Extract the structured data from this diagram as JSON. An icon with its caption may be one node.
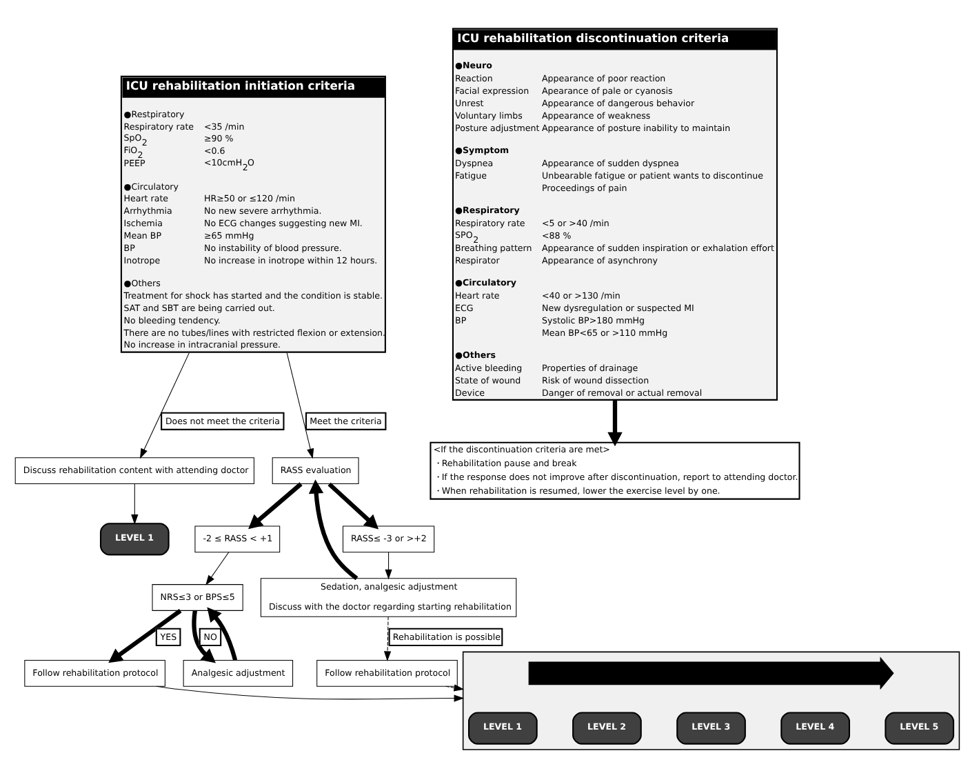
{
  "diagram": {
    "nodes": [
      {
        "text": [
          "ICU rehabilitation initiation criteria",
          "●Restpiratory",
          "Respiratory rate",
          "<35 /min",
          "SpO$_{2}$",
          "≥90 %",
          "FiO$_{2}$",
          "<0.6",
          "PEEP",
          "<10cmH$_{2}$O",
          "●Circulatory",
          "Heart rate",
          "HR≥50 or ≤120 /min",
          "Arrhythmia",
          "No new severe arrhythmia.",
          "Ischemia",
          "No ECG changes suggesting new MI.",
          "Mean BP",
          "≥65 mmHg",
          "BP",
          "No instability of blood pressure.",
          "Inotrope",
          "No increase in inotrope within 12 hours.",
          "●Others",
          "Treatment for shock has started and the condition is stable.",
          "SAT and SBT are being carried out.",
          "No bleeding tendency.",
          "There are no tubes/lines with restricted flexion or extension.",
          "No increase in intracranial pressure."
        ]
      },
      {
        "text": [
          "Discuss rehabilitation content with attending doctor"
        ]
      },
      {
        "text": [
          "LEVEL 1"
        ]
      },
      {
        "text": [
          "RASS evaluation"
        ]
      },
      {
        "text": [
          "RASS≤ -3 or >+2"
        ]
      },
      {
        "text": [
          "-2 ≤ RASS < +1"
        ]
      },
      {
        "text": [
          "Sedation, analgesic adjustment",
          "Discuss with the doctor regarding starting rehabilitation"
        ]
      },
      {
        "text": [
          "NRS≤3 or BPS≤5"
        ]
      },
      {
        "text": [
          "Follow rehabilitation protocol"
        ]
      },
      {
        "text": [
          "Follow rehabilitation protocol"
        ]
      },
      {
        "text": [
          "Analgesic adjustment"
        ]
      },
      {
        "text": [],
        "shape": "box"
      },
      {
        "text": [],
        "shape": "arrow",
        "in": 11
      },
      {
        "text": [
          "LEVEL 1"
        ],
        "in": 11
      },
      {
        "text": [
          "LEVEL 2"
        ],
        "in": 11
      },
      {
        "text": [
          "LEVEL 3"
        ],
        "in": 11
      },
      {
        "text": [
          "LEVEL 4"
        ],
        "in": 11
      },
      {
        "text": [
          "LEVEL 5"
        ],
        "in": 11
      },
      {
        "text": [
          "ICU rehabilitation discontinuation criteria",
          "●Neuro",
          "Reaction",
          "Appearance of poor reaction",
          "Facial expression",
          "Apearance of pale or cyanosis",
          "Unrest",
          "Appearance of dangerous behavior",
          "Voluntary limbs",
          "Appearance of weakness",
          "Posture adjustment",
          "Appearance of posture inability to maintain",
          "●Symptom",
          "Dyspnea",
          "Appearance of sudden dyspnea",
          "Fatigue",
          "Unbearable fatigue or patient wants to discontinue",
          "Proceedings of pain",
          "●Respiratory",
          "Respiratory rate",
          "<5 or >40 /min",
          "SPO$_{2}$",
          "<88 %",
          "Breathing pattern",
          "Appearance of sudden inspiration or exhalation effort",
          "Respirator",
          "Appearance of asynchrony",
          "●Circulatory",
          "Heart rate",
          "<40 or >130 /min",
          "ECG",
          "New dysregulation or suspected MI",
          "BP",
          "Systolic BP>180 mmHg",
          "Mean BP<65 or >110 mmHg",
          "●Others",
          "Active bleeding",
          "Properties of drainage",
          "State of wound",
          "Risk of wound dissection",
          "Device",
          "Danger of removal or actual removal"
        ]
      },
      {
        "text": [
          "<If the discontinuation criteria are met>",
          "・Rehabilitation pause and break",
          "・If the response does not improve after discontinuation, report to attending doctor.",
          "・When rehabilitation is resumed, lower the exercise level by one."
        ]
      }
    ],
    "edges": [
      {
        "from": 0,
        "to": 1,
        "arrow": "to",
        "label": "Does not meet the criteria"
      },
      {
        "from": 1,
        "to": 2,
        "arrow": "to"
      },
      {
        "from": 0,
        "to": 3,
        "arrow": "to",
        "label": "Meet the criteria"
      },
      {
        "from": 3,
        "to": 4,
        "arrow": "to",
        "style": "thick"
      },
      {
        "from": 3,
        "to": 5,
        "arrow": "to",
        "style": "thick"
      },
      {
        "from": 4,
        "to": 6,
        "arrow": "to"
      },
      {
        "from": 5,
        "to": 7,
        "arrow": "to"
      },
      {
        "from": 6,
        "to": 3,
        "arrow": "to",
        "style": "thick"
      },
      {
        "from": 6,
        "to": 8,
        "arrow": "to",
        "style": "dashed",
        "label": "Rehabilitation is possible"
      },
      {
        "from": 7,
        "to": 9,
        "arrow": "to",
        "style": "thick",
        "label": "YES"
      },
      {
        "from": 7,
        "to": 10,
        "arrow": "to",
        "style": "thick",
        "label": "NO"
      },
      {
        "from": 10,
        "to": 7,
        "arrow": "to",
        "style": "thick"
      },
      {
        "from": 8,
        "to": 11,
        "arrow": "to",
        "style": "dashed"
      },
      {
        "from": 9,
        "to": 11,
        "arrow": "to"
      },
      {
        "from": 18,
        "to": 19,
        "arrow": "to",
        "style": "thick"
      }
    ]
  }
}
